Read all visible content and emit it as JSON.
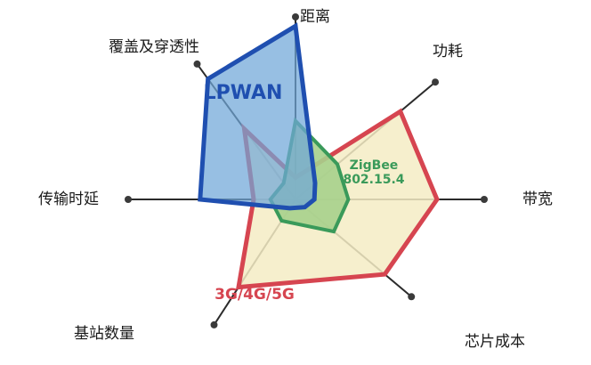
{
  "chart_data": {
    "type": "radar",
    "axes": [
      "距离",
      "功耗",
      "带宽",
      "芯片成本",
      "基站数量",
      "传输时延",
      "覆盖及穿透性"
    ],
    "series": [
      {
        "name": "3G/4G/5G",
        "color": "#d64550",
        "fill": "#f5ecc4",
        "values": [
          0.12,
          0.75,
          0.75,
          0.77,
          0.7,
          0.25,
          0.52
        ]
      },
      {
        "name": "ZigBee\n802.15.4",
        "color": "#3a9a5a",
        "fill": "#a7d08c",
        "values": [
          0.43,
          0.3,
          0.28,
          0.33,
          0.17,
          0.15,
          0.12
        ]
      },
      {
        "name": "LPWAN",
        "color": "#1f4fb0",
        "fill": "#6fa6d8",
        "values": [
          0.95,
          0.14,
          0.1,
          0.08,
          0.07,
          0.57,
          0.89
        ]
      }
    ],
    "title": "",
    "grid": false,
    "legend": "inline"
  }
}
